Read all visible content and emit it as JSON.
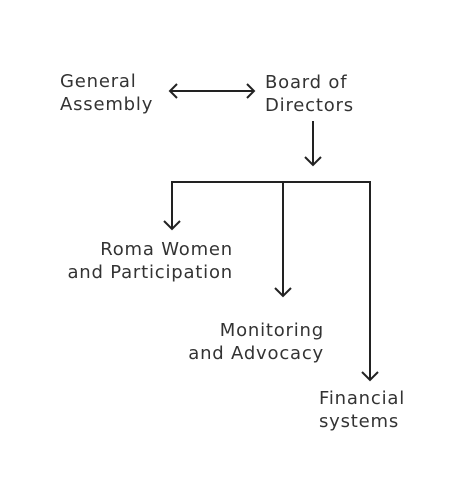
{
  "diagram": {
    "nodes": {
      "general_assembly": {
        "line1": "General",
        "line2": "Assembly"
      },
      "board_of_directors": {
        "line1": "Board of",
        "line2": "Directors"
      },
      "roma_women": {
        "line1": "Roma Women",
        "line2": "and Participation"
      },
      "monitoring": {
        "line1": "Monitoring",
        "line2": "and Advocacy"
      },
      "financial": {
        "line1": "Financial",
        "line2": "systems"
      }
    },
    "line_color": "#222222",
    "text_color": "#333333"
  }
}
